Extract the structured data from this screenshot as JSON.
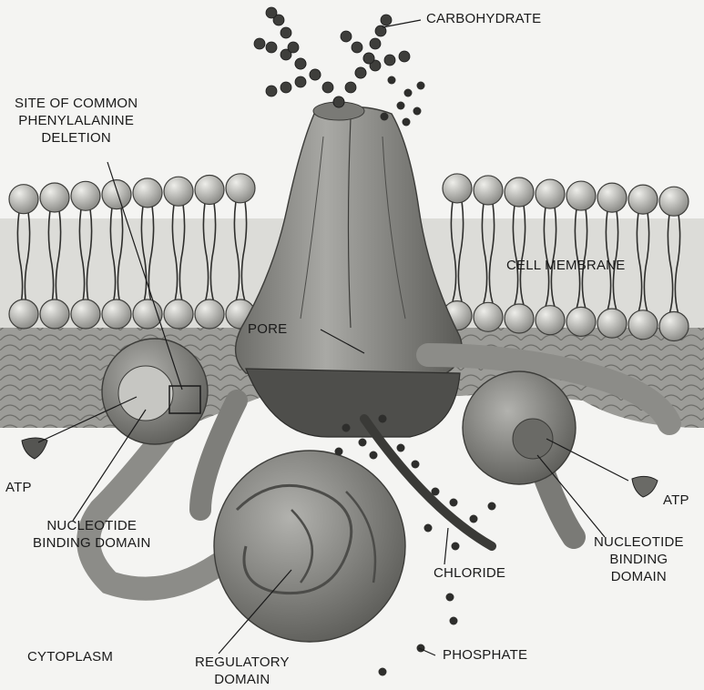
{
  "labels": {
    "carbohydrate": "CARBOHYDRATE",
    "deletion_site": [
      "SITE OF COMMON",
      "PHENYLALANINE",
      "DELETION"
    ],
    "cell_membrane": "CELL MEMBRANE",
    "pore": "PORE",
    "atp_left": "ATP",
    "atp_right": "ATP",
    "nbd_left": [
      "NUCLEOTIDE",
      "BINDING DOMAIN"
    ],
    "nbd_right": [
      "NUCLEOTIDE",
      "BINDING",
      "DOMAIN"
    ],
    "chloride": "CHLORIDE",
    "cytoplasm": "CYTOPLASM",
    "regulatory_domain": [
      "REGULATORY",
      "DOMAIN"
    ],
    "phosphate": "PHOSPHATE"
  },
  "colors": {
    "background": "#f4f4f2",
    "protein": "#8a8a86",
    "protein_dark": "#4e4e4b",
    "lipid_head": "#b4b4b0",
    "ink": "#1a1a1a"
  }
}
